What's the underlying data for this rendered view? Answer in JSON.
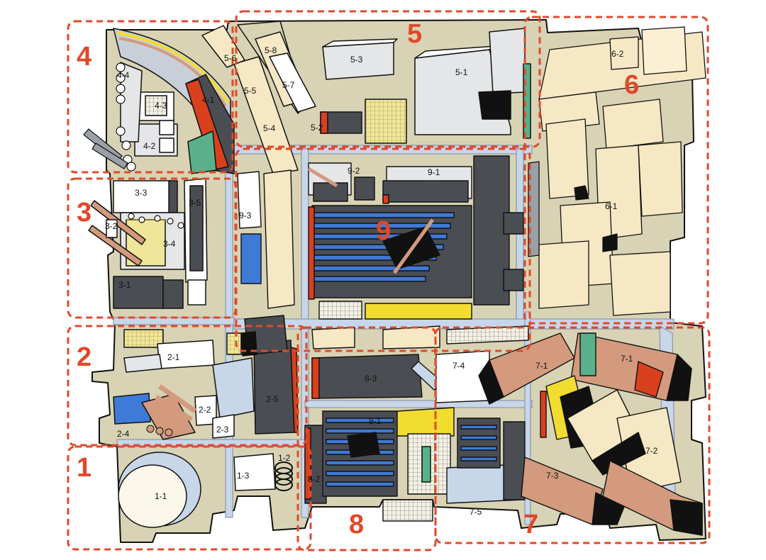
{
  "colors": {
    "zone_border": "#e04a2a",
    "zone_number": "#e0482a",
    "ground": "#d8d3b4",
    "road": "#c8d6ea",
    "outline": "#111111",
    "cream": "#f6e8c4",
    "dark_gray": "#4a4d52",
    "blue": "#3f7ad6",
    "red": "#d9401e",
    "copper": "#d39a7e",
    "yellow": "#f3dc30",
    "light_gray": "#e4e6e8",
    "green": "#59b08a"
  },
  "zones": [
    {
      "number": "1",
      "labels": [
        "1-1",
        "1-2",
        "1-3"
      ]
    },
    {
      "number": "2",
      "labels": [
        "2-1",
        "2-2",
        "2-3",
        "2-4",
        "2-5"
      ]
    },
    {
      "number": "3",
      "labels": [
        "3-1",
        "3-2",
        "3-3",
        "3-4",
        "3-5"
      ]
    },
    {
      "number": "4",
      "labels": [
        "4-1",
        "4-2",
        "4-3",
        "4-4"
      ]
    },
    {
      "number": "5",
      "labels": [
        "5-1",
        "5-2",
        "5-3",
        "5-4",
        "5-5",
        "5-6",
        "5-7",
        "5-8"
      ]
    },
    {
      "number": "6",
      "labels": [
        "6-1",
        "6-2"
      ]
    },
    {
      "number": "7",
      "labels": [
        "7-1",
        "7-1",
        "7-2",
        "7-3",
        "7-4",
        "7-5"
      ]
    },
    {
      "number": "8",
      "labels": [
        "8-1",
        "8-2",
        "8-3"
      ]
    },
    {
      "number": "9",
      "labels": [
        "9-1",
        "9-2",
        "9-3"
      ]
    }
  ]
}
